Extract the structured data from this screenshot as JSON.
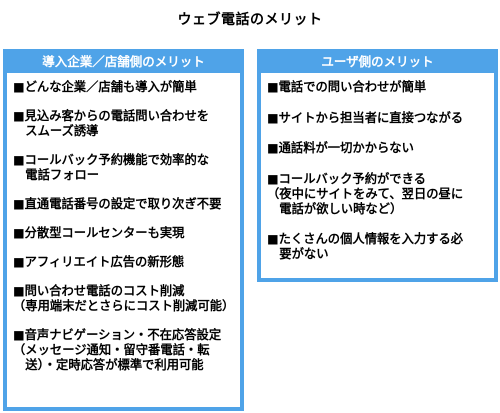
{
  "title": "ウェブ電話のメリット",
  "colors": {
    "accent": "#4fa3e8",
    "header_text": "#ffffff",
    "text": "#000000"
  },
  "left_panel": {
    "header": "導入企業／店舗側のメリット",
    "items": [
      {
        "lines": [
          "■どんな企業／店舗も導入が簡単"
        ]
      },
      {
        "lines": [
          "■見込み客からの電話問い合わせを",
          "　スムーズ誘導"
        ]
      },
      {
        "lines": [
          "■コールバック予約機能で効率的な",
          "　電話フォロー"
        ]
      },
      {
        "lines": [
          "■直通電話番号の設定で取り次ぎ不要"
        ]
      },
      {
        "lines": [
          "■分散型コールセンターも実現"
        ]
      },
      {
        "lines": [
          "■アフィリエイト広告の新形態"
        ]
      },
      {
        "lines": [
          "■問い合わせ電話のコスト削減",
          "（専用端末だとさらにコスト削減可能）"
        ]
      },
      {
        "lines": [
          "■音声ナビゲーション・不在応答設定",
          "（メッセージ通知・留守番電話・転",
          "　送）・定時応答が標準で利用可能"
        ]
      }
    ]
  },
  "right_panel": {
    "header": "ユーザ側のメリット",
    "items": [
      {
        "lines": [
          "■電話での問い合わせが簡単"
        ]
      },
      {
        "lines": [
          "■サイトから担当者に直接つながる"
        ]
      },
      {
        "lines": [
          "■通話料が一切かからない"
        ]
      },
      {
        "lines": [
          "■コールバック予約ができる",
          "（夜中にサイトをみて、翌日の昼に",
          "　電話が欲しい時など）"
        ]
      },
      {
        "lines": [
          "■たくさんの個人情報を入力する必",
          "　要がない"
        ]
      }
    ]
  }
}
